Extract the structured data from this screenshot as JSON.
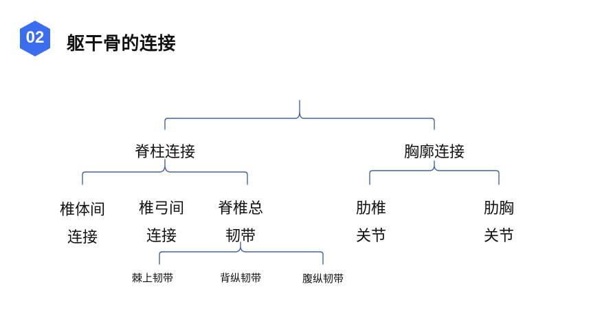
{
  "header": {
    "badge_number": "02",
    "title": "躯干骨的连接"
  },
  "diagram": {
    "groups": [
      {
        "label": "脊柱连接",
        "children": [
          {
            "lines": [
              "椎体间",
              "连接"
            ]
          },
          {
            "lines": [
              "椎弓间",
              "连接"
            ]
          },
          {
            "lines": [
              "脊椎总",
              "韧带"
            ],
            "children": [
              "棘上韧带",
              "背纵韧带",
              "腹纵韧带"
            ]
          }
        ]
      },
      {
        "label": "胸廓连接",
        "children": [
          {
            "lines": [
              "肋椎",
              "关节"
            ]
          },
          {
            "lines": [
              "肋胸",
              "关节"
            ]
          }
        ]
      }
    ]
  },
  "colors": {
    "badge": "#3a6df0",
    "bracket": "#3f63a8",
    "text": "#111111"
  }
}
